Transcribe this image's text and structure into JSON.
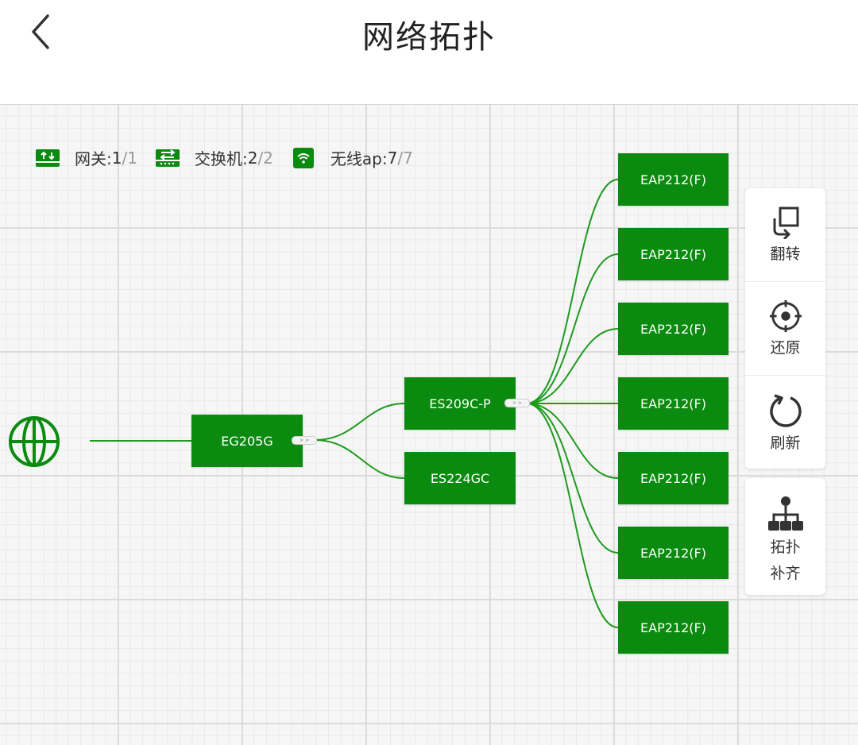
{
  "header": {
    "title": "网络拓扑",
    "back_icon": "chevron-left-icon"
  },
  "colors": {
    "node_green": "#0a8a0e",
    "link_green": "#1f9a1f",
    "grid": "#dcdcdc"
  },
  "legend": [
    {
      "icon": "gateway-icon",
      "label": "网关:",
      "online": "1",
      "total": "/1"
    },
    {
      "icon": "switch-icon",
      "label": "交换机:",
      "online": "2",
      "total": "/2"
    },
    {
      "icon": "wireless-ap-icon",
      "label": "无线ap:",
      "online": "7",
      "total": "/7"
    }
  ],
  "topology": {
    "internet_icon": "globe-icon",
    "gateway": {
      "label": "EG205G"
    },
    "switches": [
      {
        "label": "ES209C-P"
      },
      {
        "label": "ES224GC"
      }
    ],
    "aps": [
      {
        "label": "EAP212(F)"
      },
      {
        "label": "EAP212(F)"
      },
      {
        "label": "EAP212(F)"
      },
      {
        "label": "EAP212(F)"
      },
      {
        "label": "EAP212(F)"
      },
      {
        "label": "EAP212(F)"
      },
      {
        "label": "EAP212(F)"
      }
    ],
    "port_text": "> >"
  },
  "toolbar": {
    "flip": {
      "label": "翻转",
      "icon": "flip-icon"
    },
    "restore": {
      "label": "还原",
      "icon": "target-icon"
    },
    "refresh": {
      "label": "刷新",
      "icon": "refresh-icon"
    },
    "complete": {
      "label_line1": "拓扑",
      "label_line2": "补齐",
      "icon": "hierarchy-icon"
    }
  }
}
